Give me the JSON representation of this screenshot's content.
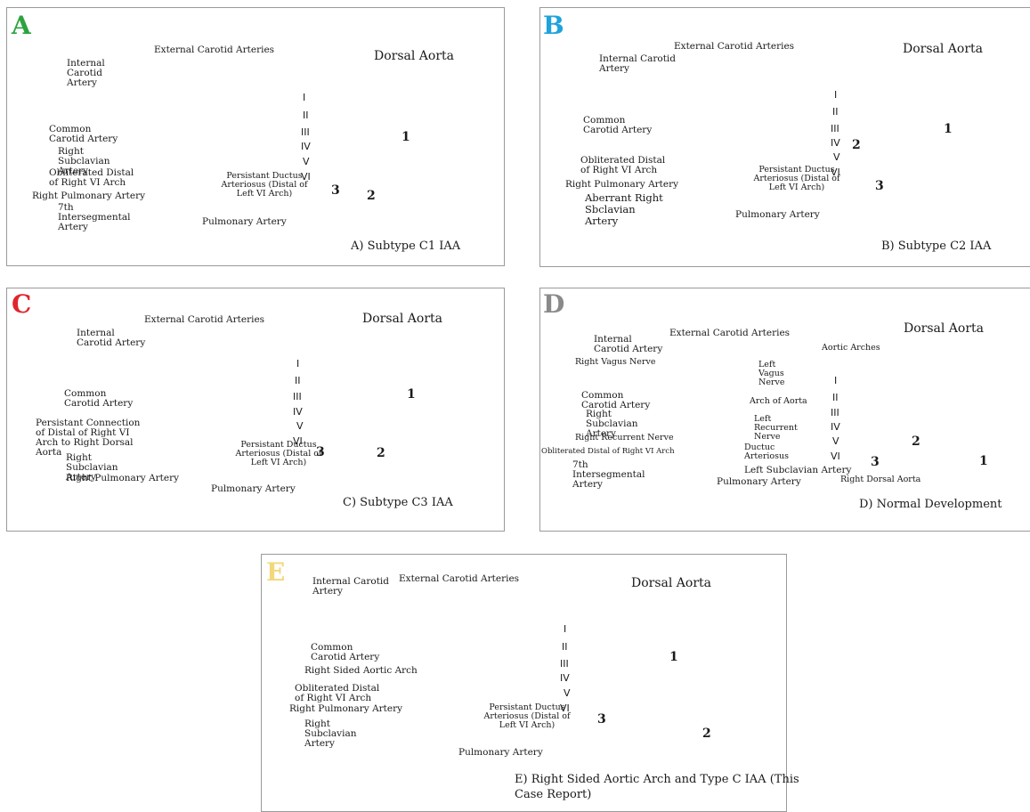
{
  "colors": {
    "artery": "#d23a45",
    "pulmonary": "#b7a7d6",
    "accent_a": "#2ca33f",
    "accent_b": "#1fa3dc",
    "accent_c": "#e0262b",
    "accent_d": "#8a8a8a",
    "accent_e": "#f2d87a",
    "arrow_e": "#f7e91a"
  },
  "panels": {
    "A": {
      "letter": "A",
      "ext_carotid": "External Carotid Arteries",
      "int_carotid": "Internal Carotid Artery",
      "common_carotid": "Common Carotid Artery",
      "right_subclavian": "Right Subclavian Artery",
      "obliterated": "Obliterated Distal of Right VI Arch",
      "right_pulmonary": "Right Pulmonary Artery",
      "seventh": "7th Intersegmental Artery",
      "pulmonary": "Pulmonary Artery",
      "persistent": "Persistant Ductus Arteriosus (Distal of Left VI Arch)",
      "dorsal_aorta": "Dorsal Aorta",
      "caption": "A) Subtype C1 IAA"
    },
    "B": {
      "letter": "B",
      "ext_carotid": "External Carotid Arteries",
      "int_carotid": "Internal Carotid Artery",
      "common_carotid": "Common Carotid Artery",
      "obliterated": "Obliterated Distal of Right VI Arch",
      "right_pulmonary": "Right Pulmonary Artery",
      "aberrant": "Aberrant Right Sbclavian Artery",
      "pulmonary": "Pulmonary Artery",
      "persistent": "Persistant Ductus Arteriosus (Distal of Left VI Arch)",
      "dorsal_aorta": "Dorsal Aorta",
      "caption": "B) Subtype C2 IAA"
    },
    "C": {
      "letter": "C",
      "ext_carotid": "External Carotid Arteries",
      "int_carotid": "Internal Carotid Artery",
      "common_carotid": "Common Carotid Artery",
      "persistent_conn": "Persistant Connection of Distal of Right VI Arch to Right Dorsal Aorta",
      "right_subclavian": "Right Subclavian Artery",
      "right_pulmonary": "Right Pulmonary Artery",
      "pulmonary": "Pulmonary Artery",
      "persistent": "Persistant Ductus Arteriosus (Distal of Left VI Arch)",
      "dorsal_aorta": "Dorsal Aorta",
      "caption": "C) Subtype C3 IAA"
    },
    "D": {
      "letter": "D",
      "ext_carotid": "External Carotid Arteries",
      "int_carotid": "Internal Carotid Artery",
      "right_vagus": "Right Vagus Nerve",
      "left_vagus": "Left Vagus Nerve",
      "common_carotid": "Common Carotid Artery",
      "arch_aorta": "Arch of Aorta",
      "right_subclavian": "Right Subclavian Artery",
      "left_recurrent": "Left Recurrent Nerve",
      "right_recurrent": "Right Recurrent Nerve",
      "obliterated": "Obliterated Distal of Right VI Arch",
      "ductus": "Ductuc Arteriosus",
      "left_subclavian": "Left Subclavian Artery",
      "seventh": "7th Intersegmental Artery",
      "pulmonary": "Pulmonary Artery",
      "aortic_arches": "Aortic Arches",
      "right_dorsal": "Right Dorsal Aorta",
      "dorsal_aorta": "Dorsal Aorta",
      "caption": "D) Normal Development"
    },
    "E": {
      "letter": "E",
      "ext_carotid": "External Carotid Arteries",
      "int_carotid": "Internal Carotid Artery",
      "common_carotid": "Common Carotid Artery",
      "right_sided": "Right Sided Aortic Arch",
      "obliterated": "Obliterated Distal of Right VI Arch",
      "right_pulmonary": "Right Pulmonary Artery",
      "right_subclavian": "Right Subclavian Artery",
      "pulmonary": "Pulmonary Artery",
      "persistent": "Persistant Ductus Arteriosus (Distal of Left VI Arch)",
      "dorsal_aorta": "Dorsal Aorta",
      "caption": "E) Right Sided Aortic Arch and Type C IAA (This Case Report)"
    }
  },
  "roman": [
    "I",
    "II",
    "III",
    "IV",
    "V",
    "VI"
  ],
  "numbers": {
    "one": "1",
    "two": "2",
    "three": "3"
  }
}
